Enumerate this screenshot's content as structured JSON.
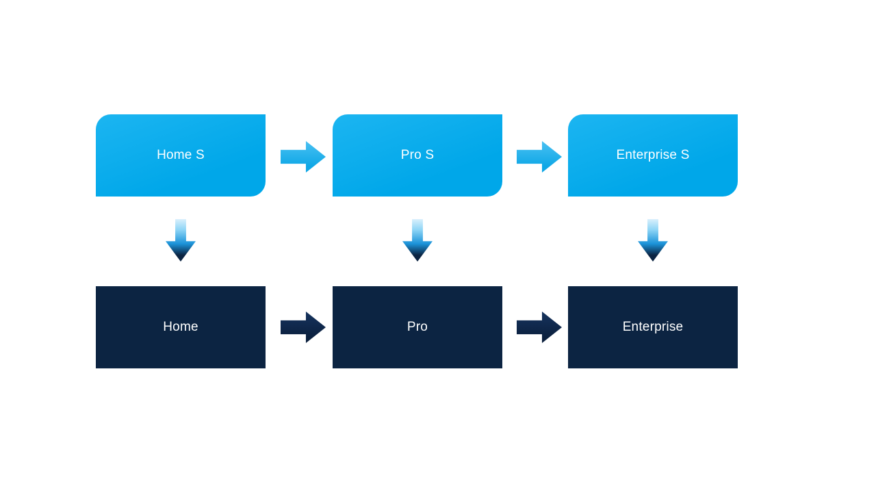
{
  "slide": {
    "background": "#FFFFFF",
    "columns": [
      {
        "top_label": "Home S",
        "bottom_label": "Home"
      },
      {
        "top_label": "Pro S",
        "bottom_label": "Pro"
      },
      {
        "top_label": "Enterprise S",
        "bottom_label": "Enterprise"
      }
    ],
    "colors": {
      "top_box_blue": "#00ACEC",
      "bottom_box_navy": "#0C2442",
      "label_text": "#FFFFFF",
      "arrow_light_blue": "#2BB6F0",
      "arrow_navy": "#10294F",
      "down_arrow_gradient_top": "#D9F0FC",
      "down_arrow_gradient_bottom": "#0C2442"
    }
  }
}
